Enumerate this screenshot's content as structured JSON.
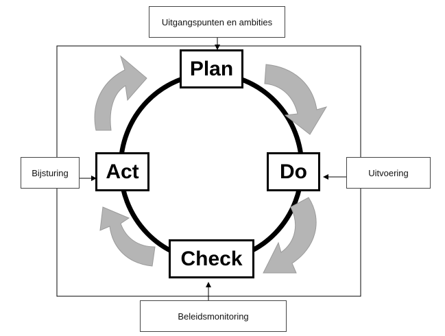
{
  "stages": {
    "plan": "Plan",
    "do": "Do",
    "check": "Check",
    "act": "Act"
  },
  "inputs": {
    "top": "Uitgangspunten en ambities",
    "right": "Uitvoering",
    "bottom": "Beleidsmonitoring",
    "left": "Bijsturing"
  },
  "colors": {
    "cycle_ring": "#000000",
    "curved_arrows": "#b5b5b5",
    "frame": "#000000"
  },
  "icons": {
    "cycle_arrows": "curved-arrow-icon"
  }
}
